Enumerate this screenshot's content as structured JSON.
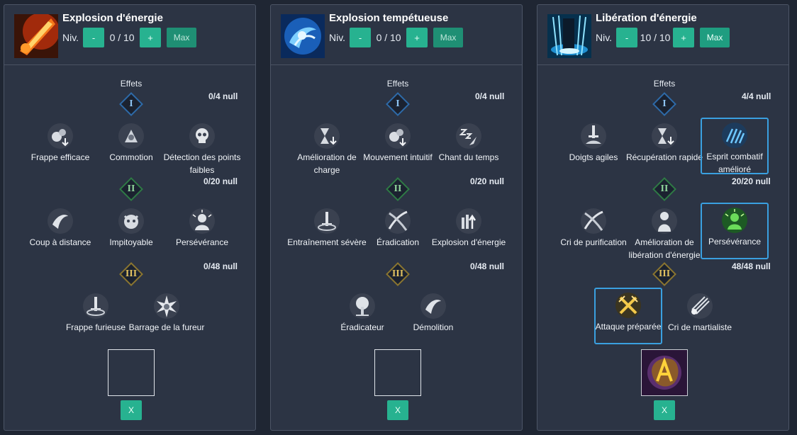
{
  "panels": [
    {
      "title": "Explosion d'énergie",
      "level_label": "Niv.",
      "minus_label": "-",
      "level_value": "0 / 10",
      "plus_label": "+",
      "max_label": "Max",
      "effects_label": "Effets",
      "tier_counts": [
        "0/4 null",
        "0/20 null",
        "0/48 null"
      ],
      "tier_numerals": [
        "I",
        "II",
        "III"
      ],
      "tier1": [
        {
          "label": "Frappe efficace",
          "icon": "bombs-down-icon"
        },
        {
          "label": "Commotion",
          "icon": "impact-icon"
        },
        {
          "label": "Détection des points faibles",
          "icon": "skull-icon"
        }
      ],
      "tier2": [
        {
          "label": "Coup à distance",
          "icon": "blade-slash-icon"
        },
        {
          "label": "Impitoyable",
          "icon": "demon-face-icon"
        },
        {
          "label": "Persévérance",
          "icon": "person-aura-icon"
        }
      ],
      "tier3": [
        {
          "label": "Frappe furieuse",
          "icon": "sword-whirl-icon"
        },
        {
          "label": "Barrage de la fureur",
          "icon": "burst-icon"
        }
      ],
      "rune": "empty",
      "clear_label": "X"
    },
    {
      "title": "Explosion tempétueuse",
      "level_label": "Niv.",
      "minus_label": "-",
      "level_value": "0 / 10",
      "plus_label": "+",
      "max_label": "Max",
      "effects_label": "Effets",
      "tier_counts": [
        "0/4 null",
        "0/20 null",
        "0/48 null"
      ],
      "tier_numerals": [
        "I",
        "II",
        "III"
      ],
      "tier1": [
        {
          "label": "Amélioration de charge",
          "icon": "hourglass-down-icon"
        },
        {
          "label": "Mouvement intuitif",
          "icon": "bombs-down-icon"
        },
        {
          "label": "Chant du temps",
          "icon": "sleep-zz-icon"
        }
      ],
      "tier2": [
        {
          "label": "Entraînement sévère",
          "icon": "sword-whirl-icon"
        },
        {
          "label": "Éradication",
          "icon": "cross-slash-icon"
        },
        {
          "label": "Explosion d'énergie",
          "icon": "power-up-icon"
        }
      ],
      "tier3": [
        {
          "label": "Éradicateur",
          "icon": "tree-burst-icon"
        },
        {
          "label": "Démolition",
          "icon": "blade-slash-icon"
        }
      ],
      "rune": "empty",
      "clear_label": "X"
    },
    {
      "title": "Libération d'énergie",
      "level_label": "Niv.",
      "minus_label": "-",
      "level_value": "10 / 10",
      "plus_label": "+",
      "max_label": "Max",
      "effects_label": "Effets",
      "tier_counts": [
        "4/4 null",
        "20/20 null",
        "48/48 null"
      ],
      "tier_numerals": [
        "I",
        "II",
        "III"
      ],
      "tier1": [
        {
          "label": "Doigts agiles",
          "icon": "hand-sword-icon"
        },
        {
          "label": "Récupération rapide",
          "icon": "hourglass-down-icon"
        },
        {
          "label": "Esprit combatif amélioré",
          "icon": "spirit-lines-icon",
          "selected": true
        }
      ],
      "tier2": [
        {
          "label": "Cri de purification",
          "icon": "cross-slash-icon"
        },
        {
          "label": "Amélioration de libération d'énergie",
          "icon": "figure-icon"
        },
        {
          "label": "Persévérance",
          "icon": "person-aura-icon",
          "selected": true
        }
      ],
      "tier3": [
        {
          "label": "Attaque préparée",
          "icon": "crossed-swords-icon",
          "selected": true
        },
        {
          "label": "Cri de martialiste",
          "icon": "comet-icon"
        }
      ],
      "rune": "gold-rune",
      "clear_label": "X"
    }
  ],
  "colors": {
    "accent": "#27b290",
    "selection": "#3aa0e0",
    "panel_bg": "#2c3444",
    "page_bg": "#1f2633"
  }
}
